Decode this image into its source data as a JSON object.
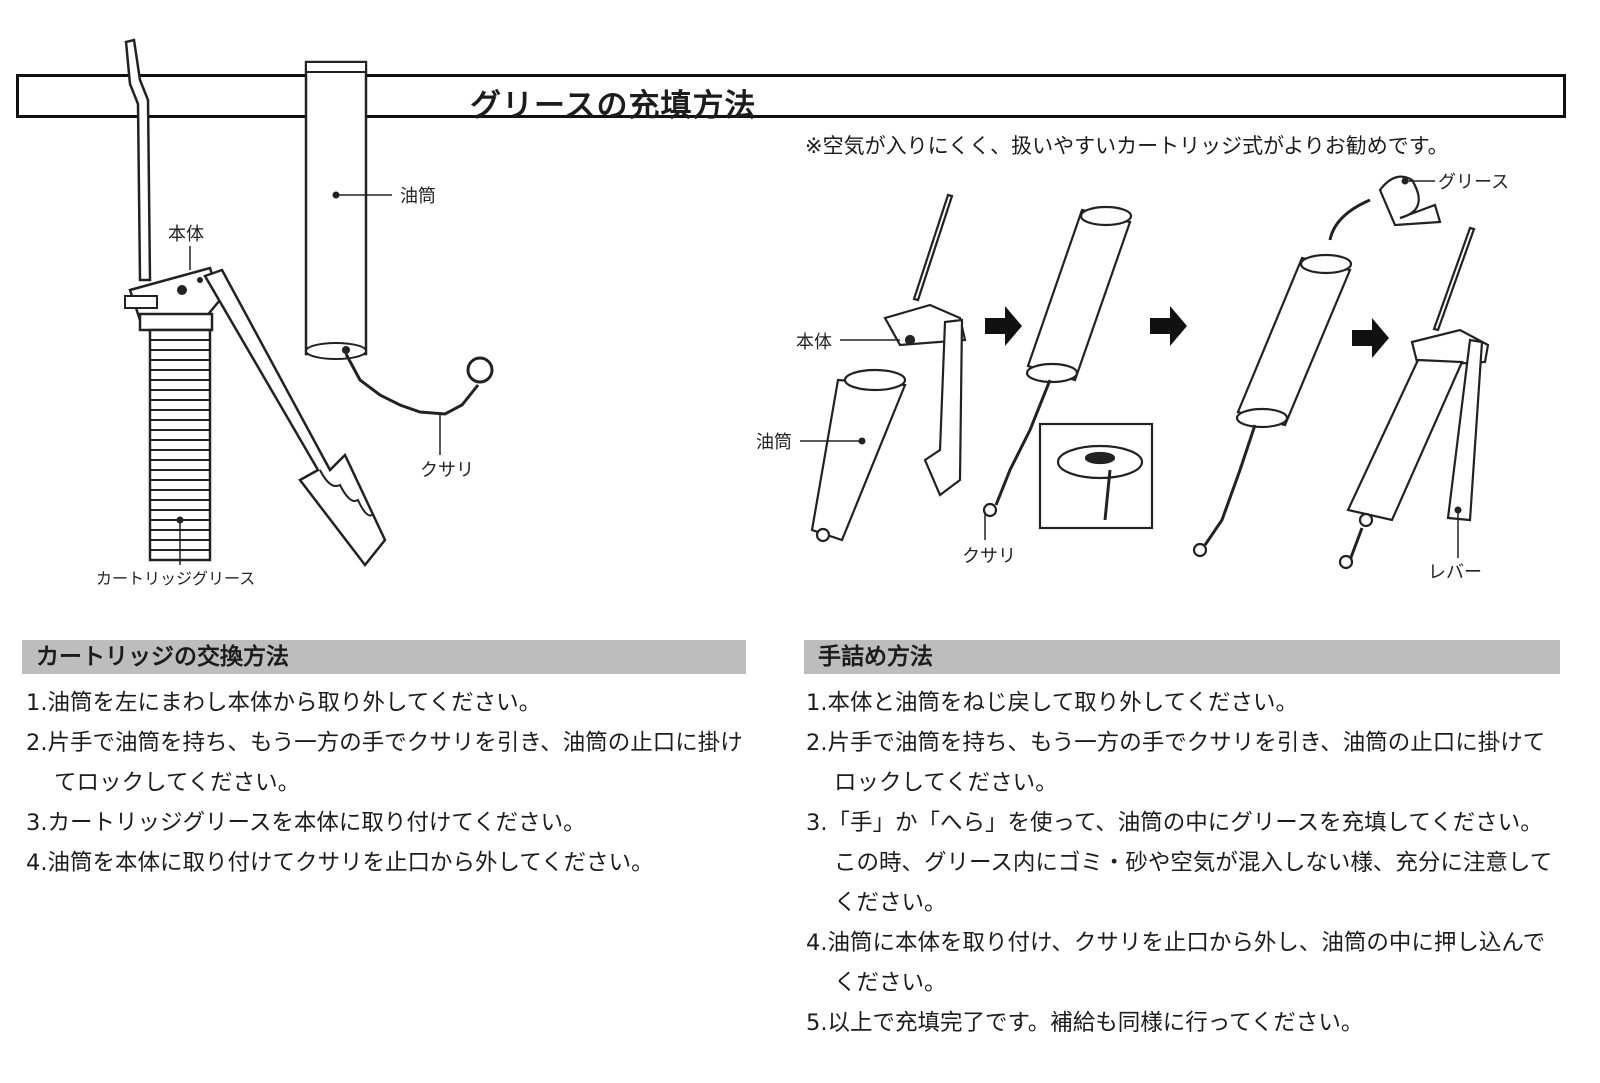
{
  "header": {
    "title": "グリースの充填方法",
    "note": "※空気が入りにくく、扱いやすいカートリッジ式がよりお勧めです。"
  },
  "left_illustration": {
    "labels": {
      "cylinder": "油筒",
      "body": "本体",
      "chain": "クサリ",
      "cartridge": "カートリッジグリース"
    }
  },
  "right_illustration": {
    "labels": {
      "body": "本体",
      "cylinder": "油筒",
      "chain": "クサリ",
      "grease": "グリース",
      "lever": "レバー"
    }
  },
  "cartridge_section": {
    "heading": "カートリッジの交換方法",
    "steps": [
      "1.油筒を左にまわし本体から取り外してください。",
      "2.片手で油筒を持ち、もう一方の手でクサリを引き、油筒の止口に掛けてロックしてください。",
      "3.カートリッジグリースを本体に取り付けてください。",
      "4.油筒を本体に取り付けてクサリを止口から外してください。"
    ]
  },
  "manual_section": {
    "heading": "手詰め方法",
    "steps": [
      "1.本体と油筒をねじ戻して取り外してください。",
      "2.片手で油筒を持ち、もう一方の手でクサリを引き、油筒の止口に掛けてロックしてください。",
      "3.「手」か「へら」を使って、油筒の中にグリースを充填してください。この時、グリース内にゴミ・砂や空気が混入しない様、充分に注意してください。",
      "4.油筒に本体を取り付け、クサリを止口から外し、油筒の中に押し込んでください。",
      "5.以上で充填完了です。補給も同様に行ってください。"
    ]
  },
  "colors": {
    "section_header_bg": "#bdbdbd",
    "ink": "#1c1c1c"
  }
}
